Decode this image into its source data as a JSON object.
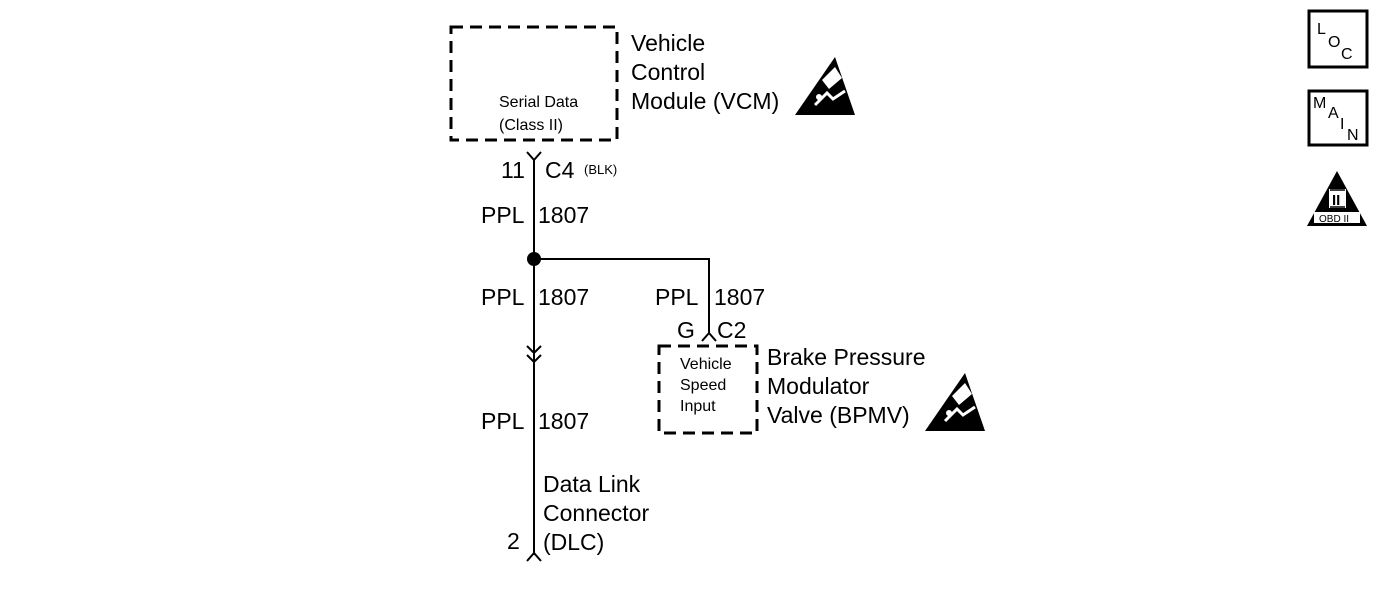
{
  "vcm": {
    "name_lines": [
      "Vehicle",
      "Control",
      "Module (VCM)"
    ],
    "inner_lines": [
      "Serial Data",
      "(Class II)"
    ]
  },
  "vcm_connector": {
    "pin": "11",
    "connector": "C4",
    "color": "(BLK)"
  },
  "wires": [
    {
      "color": "PPL",
      "circuit": "1807"
    },
    {
      "color": "PPL",
      "circuit": "1807"
    },
    {
      "color": "PPL",
      "circuit": "1807"
    },
    {
      "color": "PPL",
      "circuit": "1807"
    }
  ],
  "bpmv": {
    "name_lines": [
      "Brake Pressure",
      "Modulator",
      "Valve (BPMV)"
    ],
    "inner_lines": [
      "Vehicle",
      "Speed",
      "Input"
    ],
    "pin": "G",
    "connector": "C2"
  },
  "dlc": {
    "name_lines": [
      "Data Link",
      "Connector",
      "(DLC)"
    ],
    "pin": "2"
  },
  "side_icons": {
    "loc": [
      "L",
      "O",
      "C"
    ],
    "main": [
      "M",
      "A",
      "I",
      "N"
    ],
    "obd": {
      "numeral": "II",
      "caption": "OBD II"
    }
  },
  "icon_names": [
    "esd-warning-icon",
    "location-icon",
    "main-icon",
    "obd-ii-icon"
  ]
}
